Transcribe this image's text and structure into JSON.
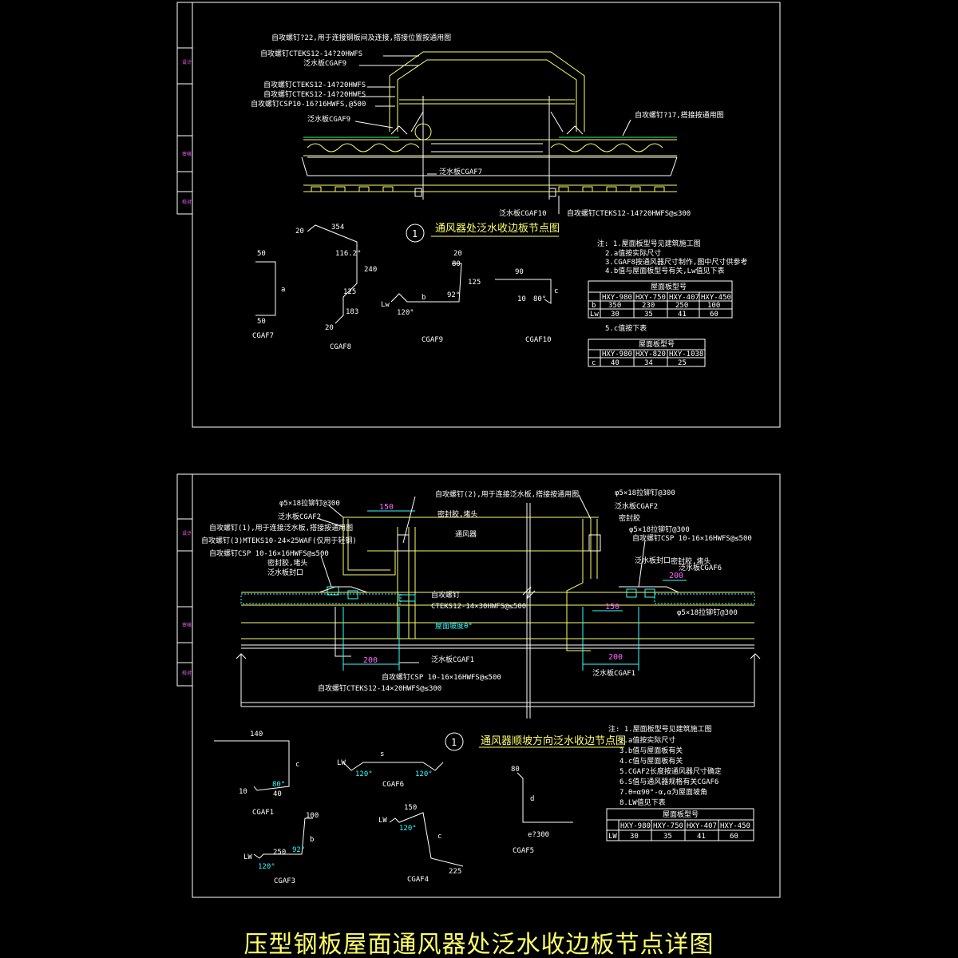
{
  "sheet_title": "压型钢板屋面通风器处泛水收边板节点详图",
  "top": {
    "detail_no": "1",
    "detail_title": "通风器处泛水收边板节点图",
    "callouts": [
      "自攻螺钉?22,用于连接钢板间及连接,搭接位置按通用图",
      "自攻螺钉CTEKS12-14?20HWFS",
      "泛水板CGAF9",
      "自攻螺钉CTEKS12-14?20HWFS",
      "自攻螺钉CTEKS12-14?20HWFS",
      "自攻螺钉CSP10-16?16HWFS,@500",
      "泛水板CGAF9",
      "自攻螺钉?17,搭接按通用图",
      "泛水板CGAF7",
      "泛水板CGAF10",
      "自攻螺钉CTEKS12-14?20HWFS@≤300"
    ],
    "profile_labels": [
      "CGAF7",
      "CGAF8",
      "CGAF9",
      "CGAF10"
    ],
    "dims": {
      "cgaf7": [
        "50",
        "a",
        "50"
      ],
      "cgaf8": [
        "20",
        "354",
        "116.2°",
        "240",
        "125",
        "183",
        "20"
      ],
      "cgaf9": [
        "20",
        "80",
        "125",
        "92°",
        "b",
        "120°",
        "Lw"
      ],
      "cgaf10": [
        "90",
        "c",
        "10",
        "80°"
      ]
    },
    "notes": [
      "注: 1.屋面板型号见建筑施工图",
      "2.a值按实际尺寸",
      "3.CGAF8按通风器尺寸制作,图中尺寸供参考",
      "4.b值与屋面板型号有关,Lw值见下表"
    ],
    "table1": {
      "caption": "屋面板型号",
      "headers": [
        "",
        "HXY-980",
        "HXY-750",
        "HXY-407",
        "HXY-450"
      ],
      "rows": [
        [
          "b",
          "350",
          "230",
          "250",
          "100"
        ],
        [
          "Lw",
          "30",
          "35",
          "41",
          "60"
        ]
      ]
    },
    "note5": "5.c值按下表",
    "table2": {
      "caption": "屋面板型号",
      "headers": [
        "",
        "HXY-980",
        "HXY-820",
        "HXY-1038"
      ],
      "rows": [
        [
          "c",
          "40",
          "34",
          "25"
        ]
      ]
    }
  },
  "bottom": {
    "detail_no": "1",
    "detail_title": "通风器顺坡方向泛水收边节点图",
    "callouts_left": [
      "φ5×18拉铆钉@300",
      "泛水板CGAF2",
      "自攻螺钉(1),用于连接泛水板,搭接按通用图",
      "自攻螺钉(3)MTEKS10-24×25WAF(仅用于轻钢)",
      "自攻螺钉CSP 10-16×16HWFS@≤500",
      "密封胶,堵头",
      "泛水板封口"
    ],
    "callouts_center": [
      "自攻螺钉(2),用于连接泛水板,搭接按通用图",
      "密封胶,堵头",
      "通风器",
      "自攻螺钉",
      "CTEKS12-14×30HWFS@≤500",
      "泛水板CGAF1",
      "自攻螺钉CSP 10-16×16HWFS@≤500",
      "自攻螺钉CTEKS12-14×20HWFS@≤300"
    ],
    "callouts_right": [
      "φ5×18拉铆钉@300",
      "泛水板CGAF2",
      "密封胶",
      "φ5×18拉铆钉@300",
      "自攻螺钉CSP 10-16×16HWFS@≤500",
      "泛水板封口",
      "密封胶,堵头",
      "泛水板CGAF6",
      "φ5×18拉铆钉@300",
      "泛水板CGAF1"
    ],
    "dims_magenta": [
      "150",
      "200",
      "150",
      "200",
      "200"
    ],
    "angle_label": "屋面坡度θ°",
    "profile_labels": [
      "CGAF1",
      "CGAF3",
      "CGAF6",
      "CGAF4",
      "CGAF5"
    ],
    "dims": {
      "cgaf1": [
        "140",
        "c",
        "10",
        "40",
        "80°"
      ],
      "cgaf6": [
        "LW",
        "s",
        "120°",
        "120°"
      ],
      "cgaf3": [
        "100",
        "b",
        "250",
        "92°",
        "LW",
        "120°"
      ],
      "cgaf4": [
        "150",
        "LW",
        "120°",
        "c",
        "225"
      ],
      "cgaf5": [
        "80",
        "d",
        "e?300"
      ]
    },
    "notes": [
      "注: 1.屋面板型号见建筑施工图",
      "2.a值按实际尺寸",
      "3.b值与屋面板有关",
      "4.c值与屋面板有关",
      "5.CGAF2长度按通风器尺寸确定",
      "6.S值与通风器规格有关CGAF6",
      "7.θ=α90°-α,α为屋面坡角",
      "8.LW值见下表"
    ],
    "table": {
      "caption": "屋面板型号",
      "headers": [
        "",
        "HXY-980",
        "HXY-750",
        "HXY-407",
        "HXY-450"
      ],
      "rows": [
        [
          "LW",
          "30",
          "35",
          "41",
          "60"
        ]
      ]
    }
  }
}
